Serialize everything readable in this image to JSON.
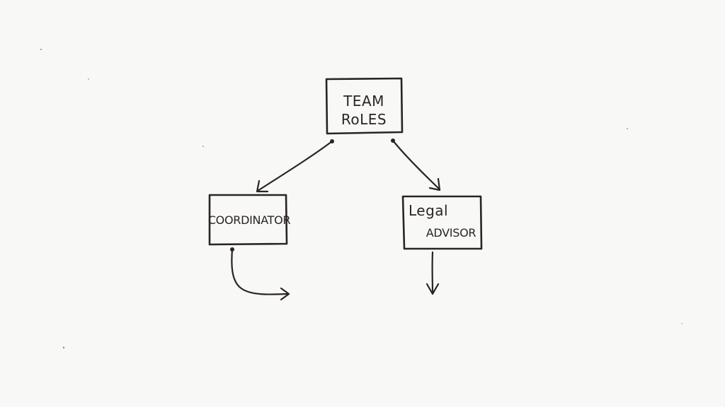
{
  "diagram": {
    "nodes": {
      "root": {
        "line1": "TEAM",
        "line2": "RoLES"
      },
      "coordinator": {
        "label": "COORDINATOR"
      },
      "legal_advisor": {
        "line1": "Legal",
        "line2": "ADVISOR"
      }
    },
    "edges": [
      {
        "from": "root",
        "to": "coordinator"
      },
      {
        "from": "root",
        "to": "legal_advisor"
      },
      {
        "from": "coordinator",
        "to": ""
      },
      {
        "from": "legal_advisor",
        "to": ""
      }
    ],
    "colors": {
      "ink": "#2a2522",
      "paper": "#f8f8f7"
    }
  }
}
